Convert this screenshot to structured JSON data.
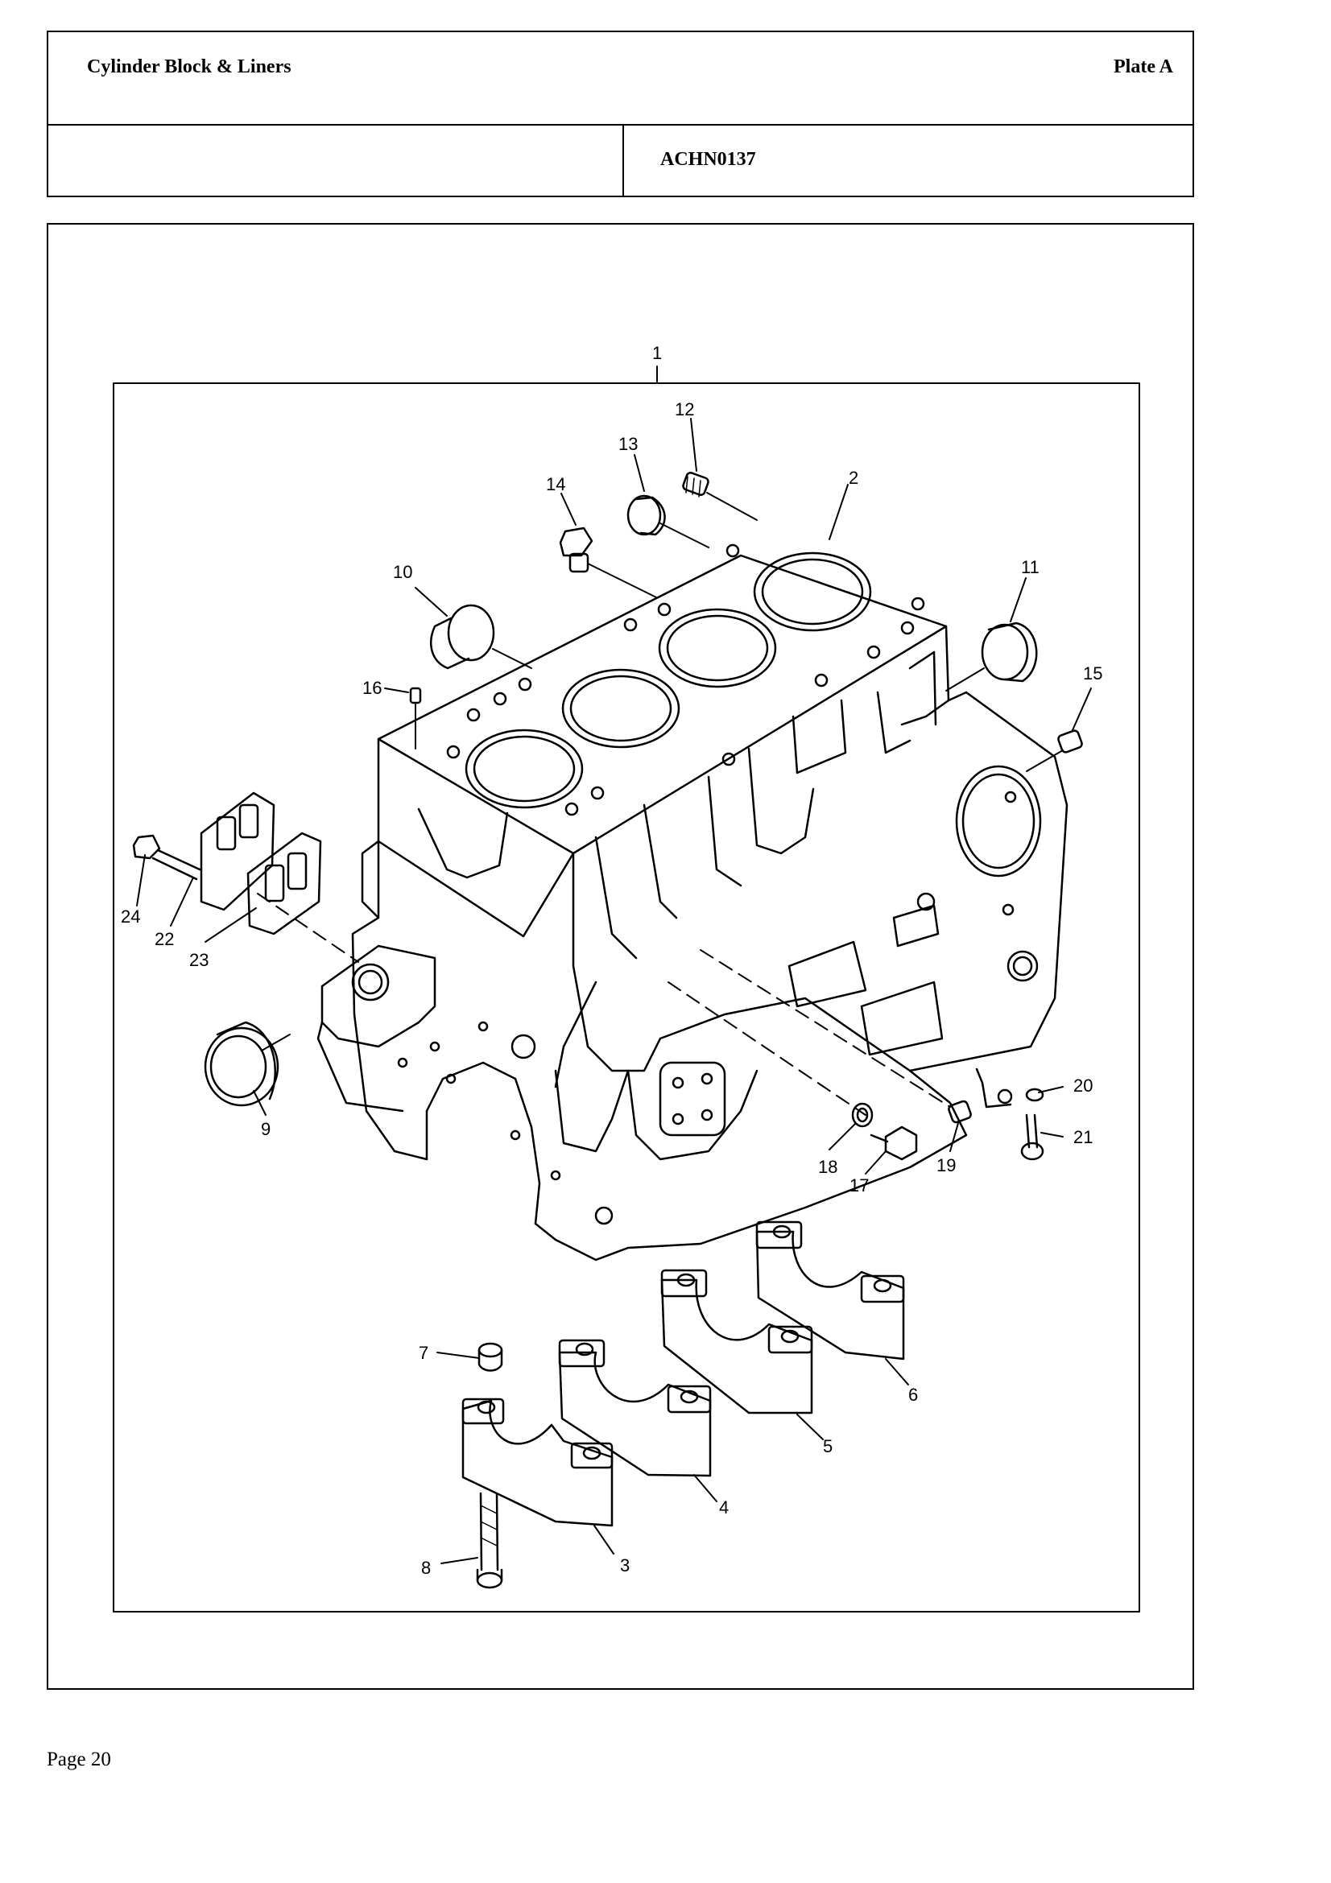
{
  "header": {
    "title": "Cylinder Block & Liners",
    "plate": "Plate A",
    "drawing_code": "ACHN0137"
  },
  "diagram": {
    "callouts": [
      "1",
      "2",
      "3",
      "4",
      "5",
      "6",
      "7",
      "8",
      "9",
      "10",
      "11",
      "12",
      "13",
      "14",
      "15",
      "16",
      "17",
      "18",
      "19",
      "20",
      "21",
      "22",
      "23",
      "24"
    ]
  },
  "footer": {
    "page": "Page 20"
  }
}
